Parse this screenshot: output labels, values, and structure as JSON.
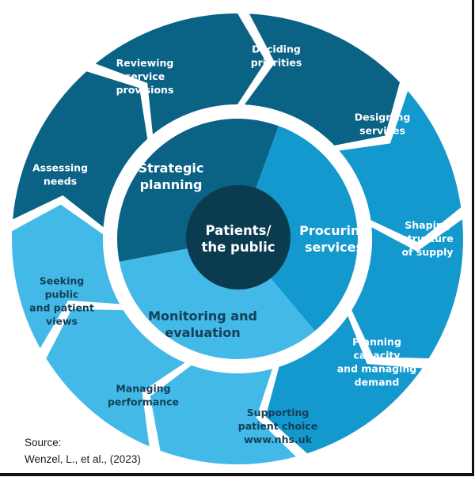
{
  "colors": {
    "dark": "#0a6285",
    "mid": "#1499cf",
    "light": "#42b9e7",
    "center": "#0b3b4e",
    "text_light": "#ffffff",
    "text_dark": "#133f57",
    "gap": "#ffffff"
  },
  "center": {
    "lines": [
      "Patients/",
      "the public"
    ]
  },
  "inner_sectors": [
    {
      "id": "strategic-planning",
      "lines": [
        "Strategic",
        "planning"
      ],
      "tone": "dark"
    },
    {
      "id": "procuring-services",
      "lines": [
        "Procuring",
        "services"
      ],
      "tone": "mid"
    },
    {
      "id": "monitoring-evaluation",
      "lines": [
        "Monitoring and",
        "evaluation"
      ],
      "tone": "light"
    }
  ],
  "outer_steps": [
    {
      "id": "assessing-needs",
      "lines": [
        "Assessing",
        "needs"
      ],
      "tone": "dark"
    },
    {
      "id": "reviewing-service-provisions",
      "lines": [
        "Reviewing",
        "service",
        "provisions"
      ],
      "tone": "dark"
    },
    {
      "id": "deciding-priorities",
      "lines": [
        "Deciding",
        "priorities"
      ],
      "tone": "dark"
    },
    {
      "id": "designing-services",
      "lines": [
        "Designing",
        "services"
      ],
      "tone": "mid"
    },
    {
      "id": "shaping-structure-of-supply",
      "lines": [
        "Shaping",
        "structure",
        "of supply"
      ],
      "tone": "mid"
    },
    {
      "id": "planning-capacity-managing-demand",
      "lines": [
        "Planning",
        "capacity",
        "and managing",
        "demand"
      ],
      "tone": "mid"
    },
    {
      "id": "supporting-patient-choice",
      "lines": [
        "Supporting",
        "patient choice",
        "www.nhs.uk"
      ],
      "tone": "light"
    },
    {
      "id": "managing-performance",
      "lines": [
        "Managing",
        "performance"
      ],
      "tone": "light"
    },
    {
      "id": "seeking-public-patient-views",
      "lines": [
        "Seeking",
        "public",
        "and patient",
        "views"
      ],
      "tone": "light"
    }
  ],
  "source": {
    "label": "Source:",
    "citation": "Wenzel, L., et al., (2023)"
  }
}
